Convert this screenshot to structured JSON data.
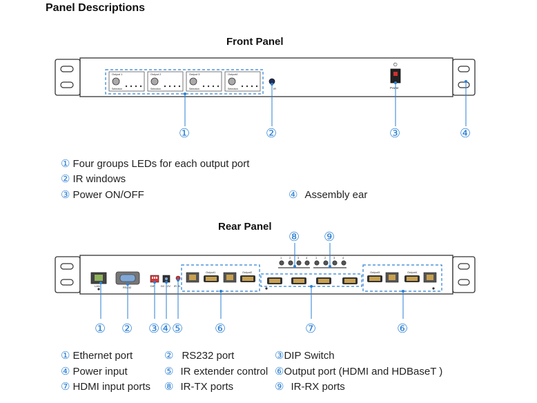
{
  "page": {
    "title": "Panel Descriptions",
    "front_title": "Front Panel",
    "rear_title": "Rear Panel"
  },
  "colors": {
    "callout": "#2a7fd4",
    "chassis_stroke": "#333333",
    "hdmi": "#c8a050"
  },
  "front_panel": {
    "outputs": [
      {
        "label": "Output 1",
        "button": "Selection",
        "leds": [
          "1",
          "2",
          "3",
          "4"
        ]
      },
      {
        "label": "Output 2",
        "button": "Selection",
        "leds": [
          "1",
          "2",
          "3",
          "4"
        ]
      },
      {
        "label": "Output 3",
        "button": "Selection",
        "leds": [
          "1",
          "2",
          "3",
          "4"
        ]
      },
      {
        "label": "Output4",
        "button": "Selection",
        "leds": [
          "1",
          "2",
          "3",
          "4"
        ]
      }
    ],
    "ir_label": "IR",
    "power_label": "Power",
    "power_symbol": "⏻",
    "callouts": [
      "①",
      "②",
      "③",
      "④"
    ],
    "legend": [
      {
        "num": "①",
        "text": "Four groups LEDs for each output port"
      },
      {
        "num": "②",
        "text": "IR windows"
      },
      {
        "num": "③",
        "text": "Power ON/OFF"
      },
      {
        "num": "④",
        "text": "Assembly ear"
      }
    ]
  },
  "rear_panel": {
    "ports": {
      "lan": "LAN",
      "rs232": "RS232",
      "dip": "DIP",
      "dc": "DC 12V",
      "ir_in": "IR IN",
      "output1": "Output1",
      "output2": "Output2",
      "output3": "Output3",
      "output4": "Output4"
    },
    "ir_numbers": [
      "1",
      "2",
      "3",
      "4",
      "1",
      "2",
      "3",
      "4"
    ],
    "callouts_top": [
      "⑧",
      "⑨"
    ],
    "callouts_bottom": [
      "①",
      "②",
      "③",
      "④",
      "⑤",
      "⑥",
      "⑦",
      "⑥"
    ],
    "legend": [
      {
        "num": "①",
        "text": "Ethernet port"
      },
      {
        "num": "②",
        "text": "RS232 port"
      },
      {
        "num": "③",
        "text": "DIP Switch"
      },
      {
        "num": "④",
        "text": "Power input"
      },
      {
        "num": "⑤",
        "text": "IR extender control"
      },
      {
        "num": "⑥",
        "text": "Output port  (HDMI and HDBaseT )"
      },
      {
        "num": "⑦",
        "text": "HDMI input ports"
      },
      {
        "num": "⑧",
        "text": "IR-TX ports"
      },
      {
        "num": "⑨",
        "text": "IR-RX ports"
      }
    ]
  }
}
